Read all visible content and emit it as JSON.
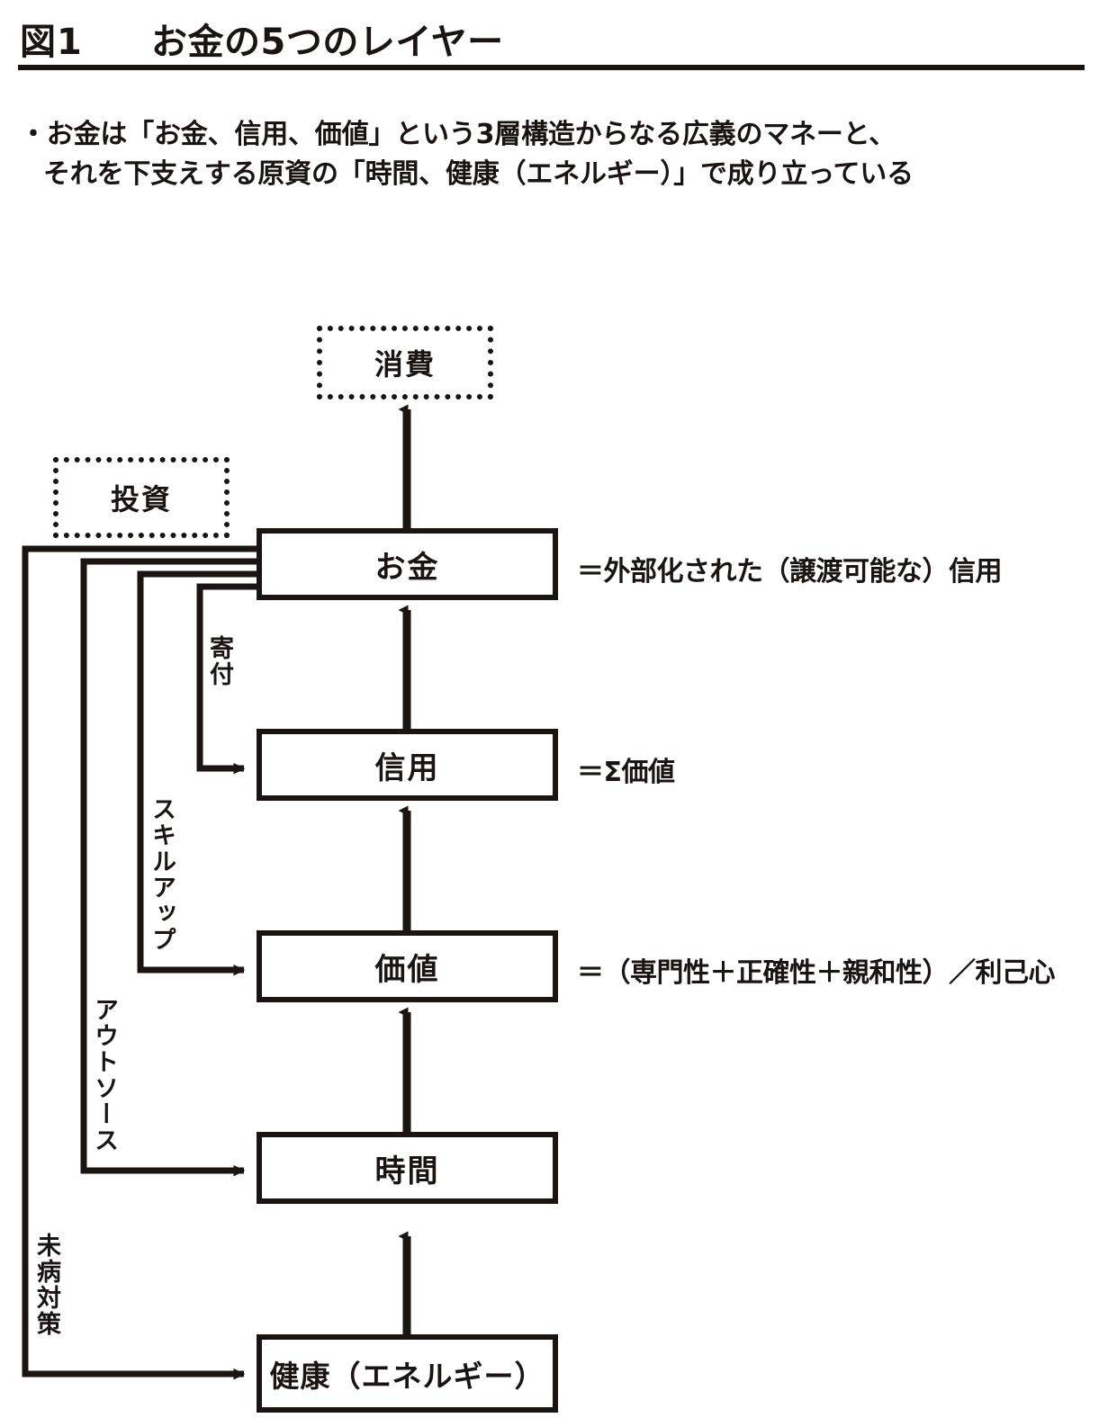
{
  "header": {
    "figure_label": "図1",
    "title": "お金の5つのレイヤー"
  },
  "lead": {
    "line1": "・お金は「お金、信用、価値」という3層構造からなる広義のマネーと、",
    "line2": "それを下支えする原資の「時間、健康（エネルギー）」で成り立っている"
  },
  "diagram": {
    "nodes": {
      "consumption": "消費",
      "investment": "投資",
      "money": "お金",
      "credit": "信用",
      "value": "価値",
      "time": "時間",
      "health": "健康（エネルギー）"
    },
    "annotations": {
      "money": "＝外部化された（譲渡可能な）信用",
      "credit": "＝Σ価値",
      "value": "＝（専門性＋正確性＋親和性）／利己心"
    },
    "edge_labels": {
      "donation": "寄付",
      "skill_up": "スキルアップ",
      "outsource": "アウトソース",
      "prevention": "未病対策"
    },
    "colors": {
      "ink": "#1a1413",
      "paper": "#ffffff"
    }
  }
}
